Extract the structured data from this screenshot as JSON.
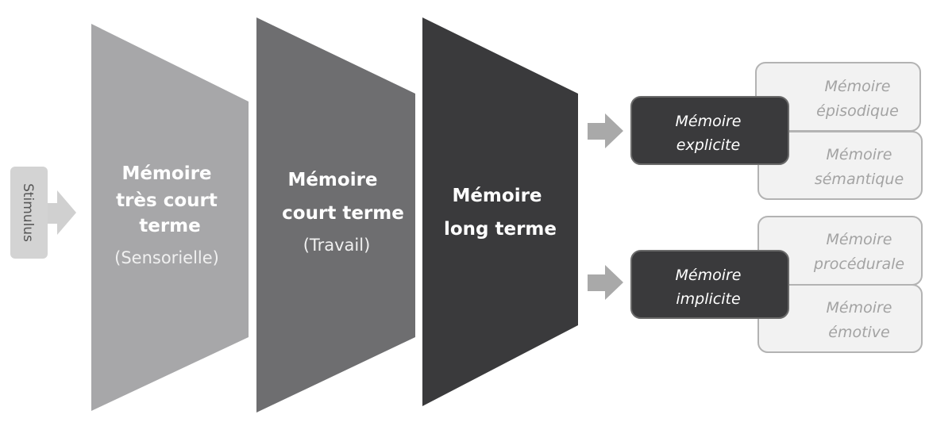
{
  "stimulus": {
    "label": "Stimulus"
  },
  "stages": [
    {
      "title_lines": [
        "Mémoire",
        "très court",
        "terme"
      ],
      "subtitle": "(Sensorielle)"
    },
    {
      "title_lines": [
        "Mémoire",
        "court terme"
      ],
      "subtitle": "(Travail)"
    },
    {
      "title_lines": [
        "Mémoire",
        "long terme"
      ]
    }
  ],
  "branches": [
    {
      "lines": [
        "Mémoire",
        "explicite"
      ],
      "children": [
        {
          "lines": [
            "Mémoire",
            "épisodique"
          ]
        },
        {
          "lines": [
            "Mémoire",
            "sémantique"
          ]
        }
      ]
    },
    {
      "lines": [
        "Mémoire",
        "implicite"
      ],
      "children": [
        {
          "lines": [
            "Mémoire",
            "procédurale"
          ]
        },
        {
          "lines": [
            "Mémoire",
            "émotive"
          ]
        }
      ]
    }
  ],
  "colors": {
    "stage1": "#a7a7a9",
    "stage2": "#6e6e70",
    "stage3": "#3a3a3c",
    "leaf_fill": "#f2f2f2",
    "leaf_stroke": "#b3b3b3",
    "arrow": "#a9a9a9"
  }
}
